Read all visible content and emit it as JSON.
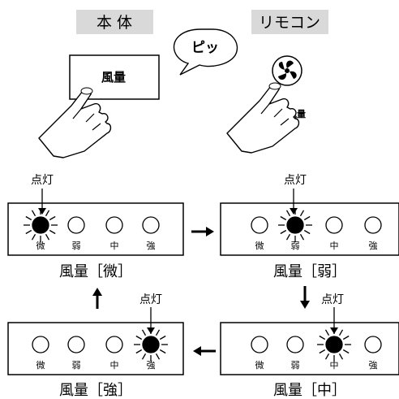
{
  "header": {
    "unit_label": "本 体",
    "remote_label": "リモコン"
  },
  "beep_text": "ピッ",
  "unit_button_label": "風量",
  "remote_button_label": "風量",
  "lamp_labels": [
    "微",
    "弱",
    "中",
    "強"
  ],
  "lit_label": "点灯",
  "panels": [
    {
      "caption": "風量［微］",
      "lit_index": 0
    },
    {
      "caption": "風量［弱］",
      "lit_index": 1
    },
    {
      "caption": "風量［中］",
      "lit_index": 2
    },
    {
      "caption": "風量［強］",
      "lit_index": 3
    }
  ]
}
